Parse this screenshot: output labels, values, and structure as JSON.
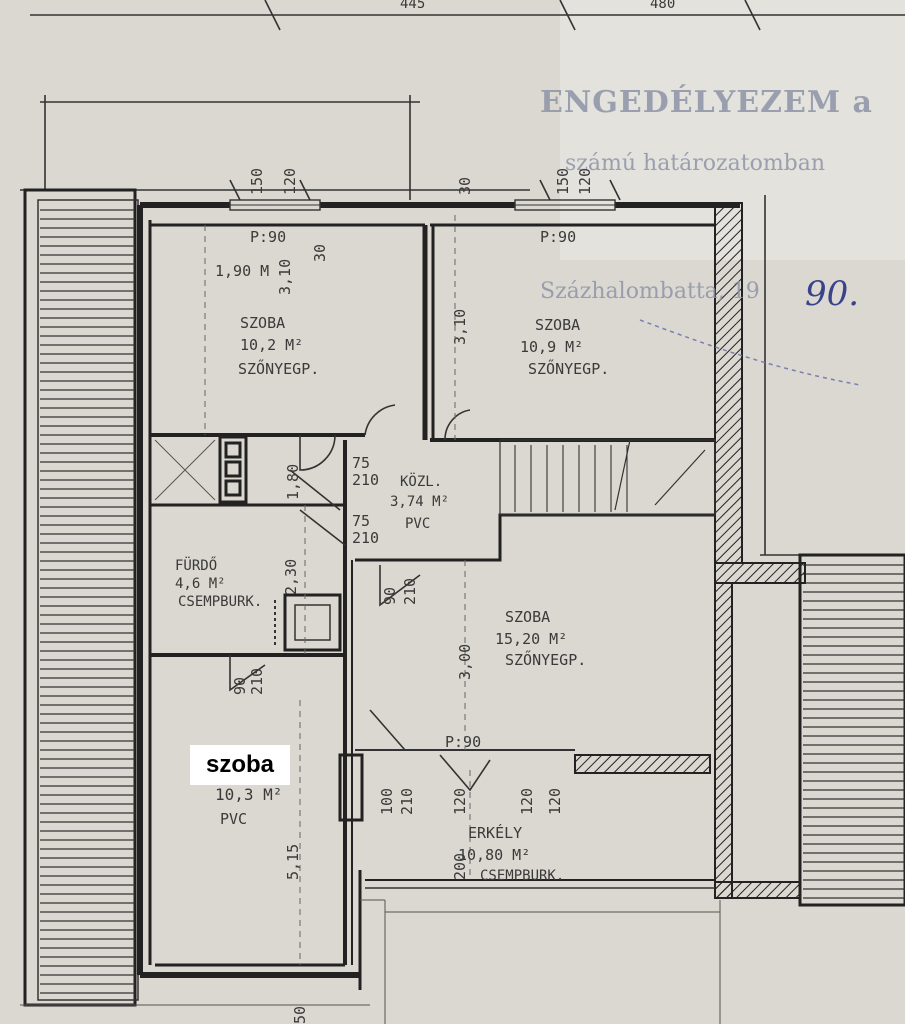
{
  "overlay_label": "szoba",
  "stamp": {
    "line1": "ENGEDÉLYEZEM a",
    "line2": "számú határozatomban",
    "line3": "Százhalombatta, 19",
    "year_suffix": "90."
  },
  "rooms": [
    {
      "name": "SZOBA",
      "area": "10,2 M²",
      "floor": "SZŐNYEGP."
    },
    {
      "name": "SZOBA",
      "area": "10,9 M²",
      "floor": "SZŐNYEGP."
    },
    {
      "name": "KÖZL.",
      "area": "3,74 M²",
      "floor": "PVC"
    },
    {
      "name": "FÜRDŐ",
      "area": "4,6 M²",
      "floor": "CSEMPBURK."
    },
    {
      "name": "SZOBA",
      "area": "15,20 M²",
      "floor": "SZŐNYEGP."
    },
    {
      "name": "",
      "area": "10,3 M²",
      "floor": "PVC"
    },
    {
      "name": "ERKÉLY",
      "area": "10,80 M²",
      "floor": "CSEMPBURK."
    }
  ],
  "dimensions": {
    "top_a": "445",
    "top_b": "480",
    "window_w1": "150",
    "window_h1": "120",
    "window_w2": "150",
    "window_h2": "120",
    "wall_30": "30",
    "p90a": "P:90",
    "p90b": "P:90",
    "h190": "1,90 M",
    "d310a": "3,10",
    "d310b": "3,10",
    "d30": "30",
    "d75a": "75",
    "d210a": "210",
    "d75b": "75",
    "d210b": "210",
    "d230": "2,30",
    "d300": "3,00",
    "d90": "90",
    "d210c": "210",
    "d210d": "210",
    "d180": "1,80",
    "d90b": "90",
    "d515": "5,15",
    "d100": "100",
    "d210e": "210",
    "d120a": "120",
    "d120b": "120",
    "d120c": "120",
    "d200": "200",
    "p90c": "P:90",
    "bottom_50": "50"
  }
}
